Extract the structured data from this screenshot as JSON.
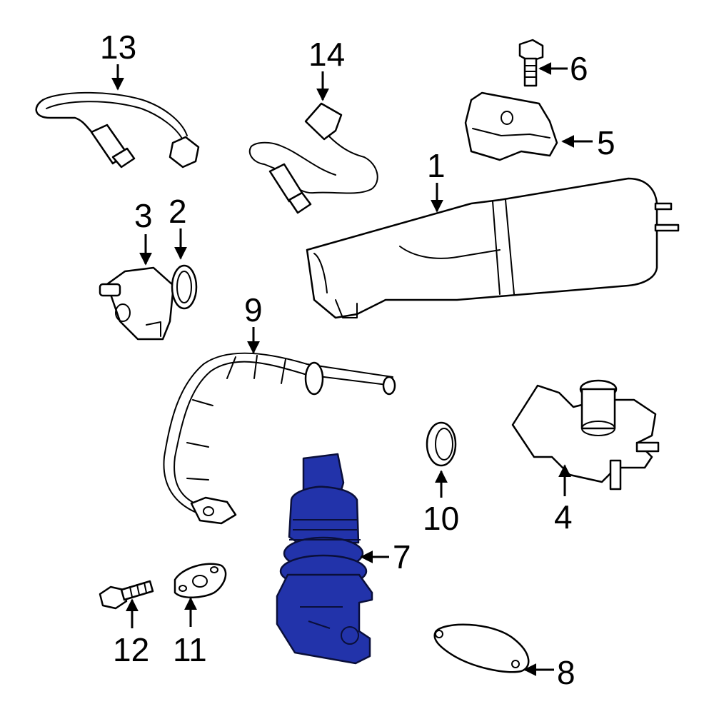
{
  "diagram": {
    "highlight_color": "#2233aa",
    "callouts": [
      {
        "id": "c1",
        "label": "1"
      },
      {
        "id": "c2",
        "label": "2"
      },
      {
        "id": "c3",
        "label": "3"
      },
      {
        "id": "c4",
        "label": "4"
      },
      {
        "id": "c5",
        "label": "5"
      },
      {
        "id": "c6",
        "label": "6"
      },
      {
        "id": "c7",
        "label": "7"
      },
      {
        "id": "c8",
        "label": "8"
      },
      {
        "id": "c9",
        "label": "9"
      },
      {
        "id": "c10",
        "label": "10"
      },
      {
        "id": "c11",
        "label": "11"
      },
      {
        "id": "c12",
        "label": "12"
      },
      {
        "id": "c13",
        "label": "13"
      },
      {
        "id": "c14",
        "label": "14"
      }
    ]
  }
}
